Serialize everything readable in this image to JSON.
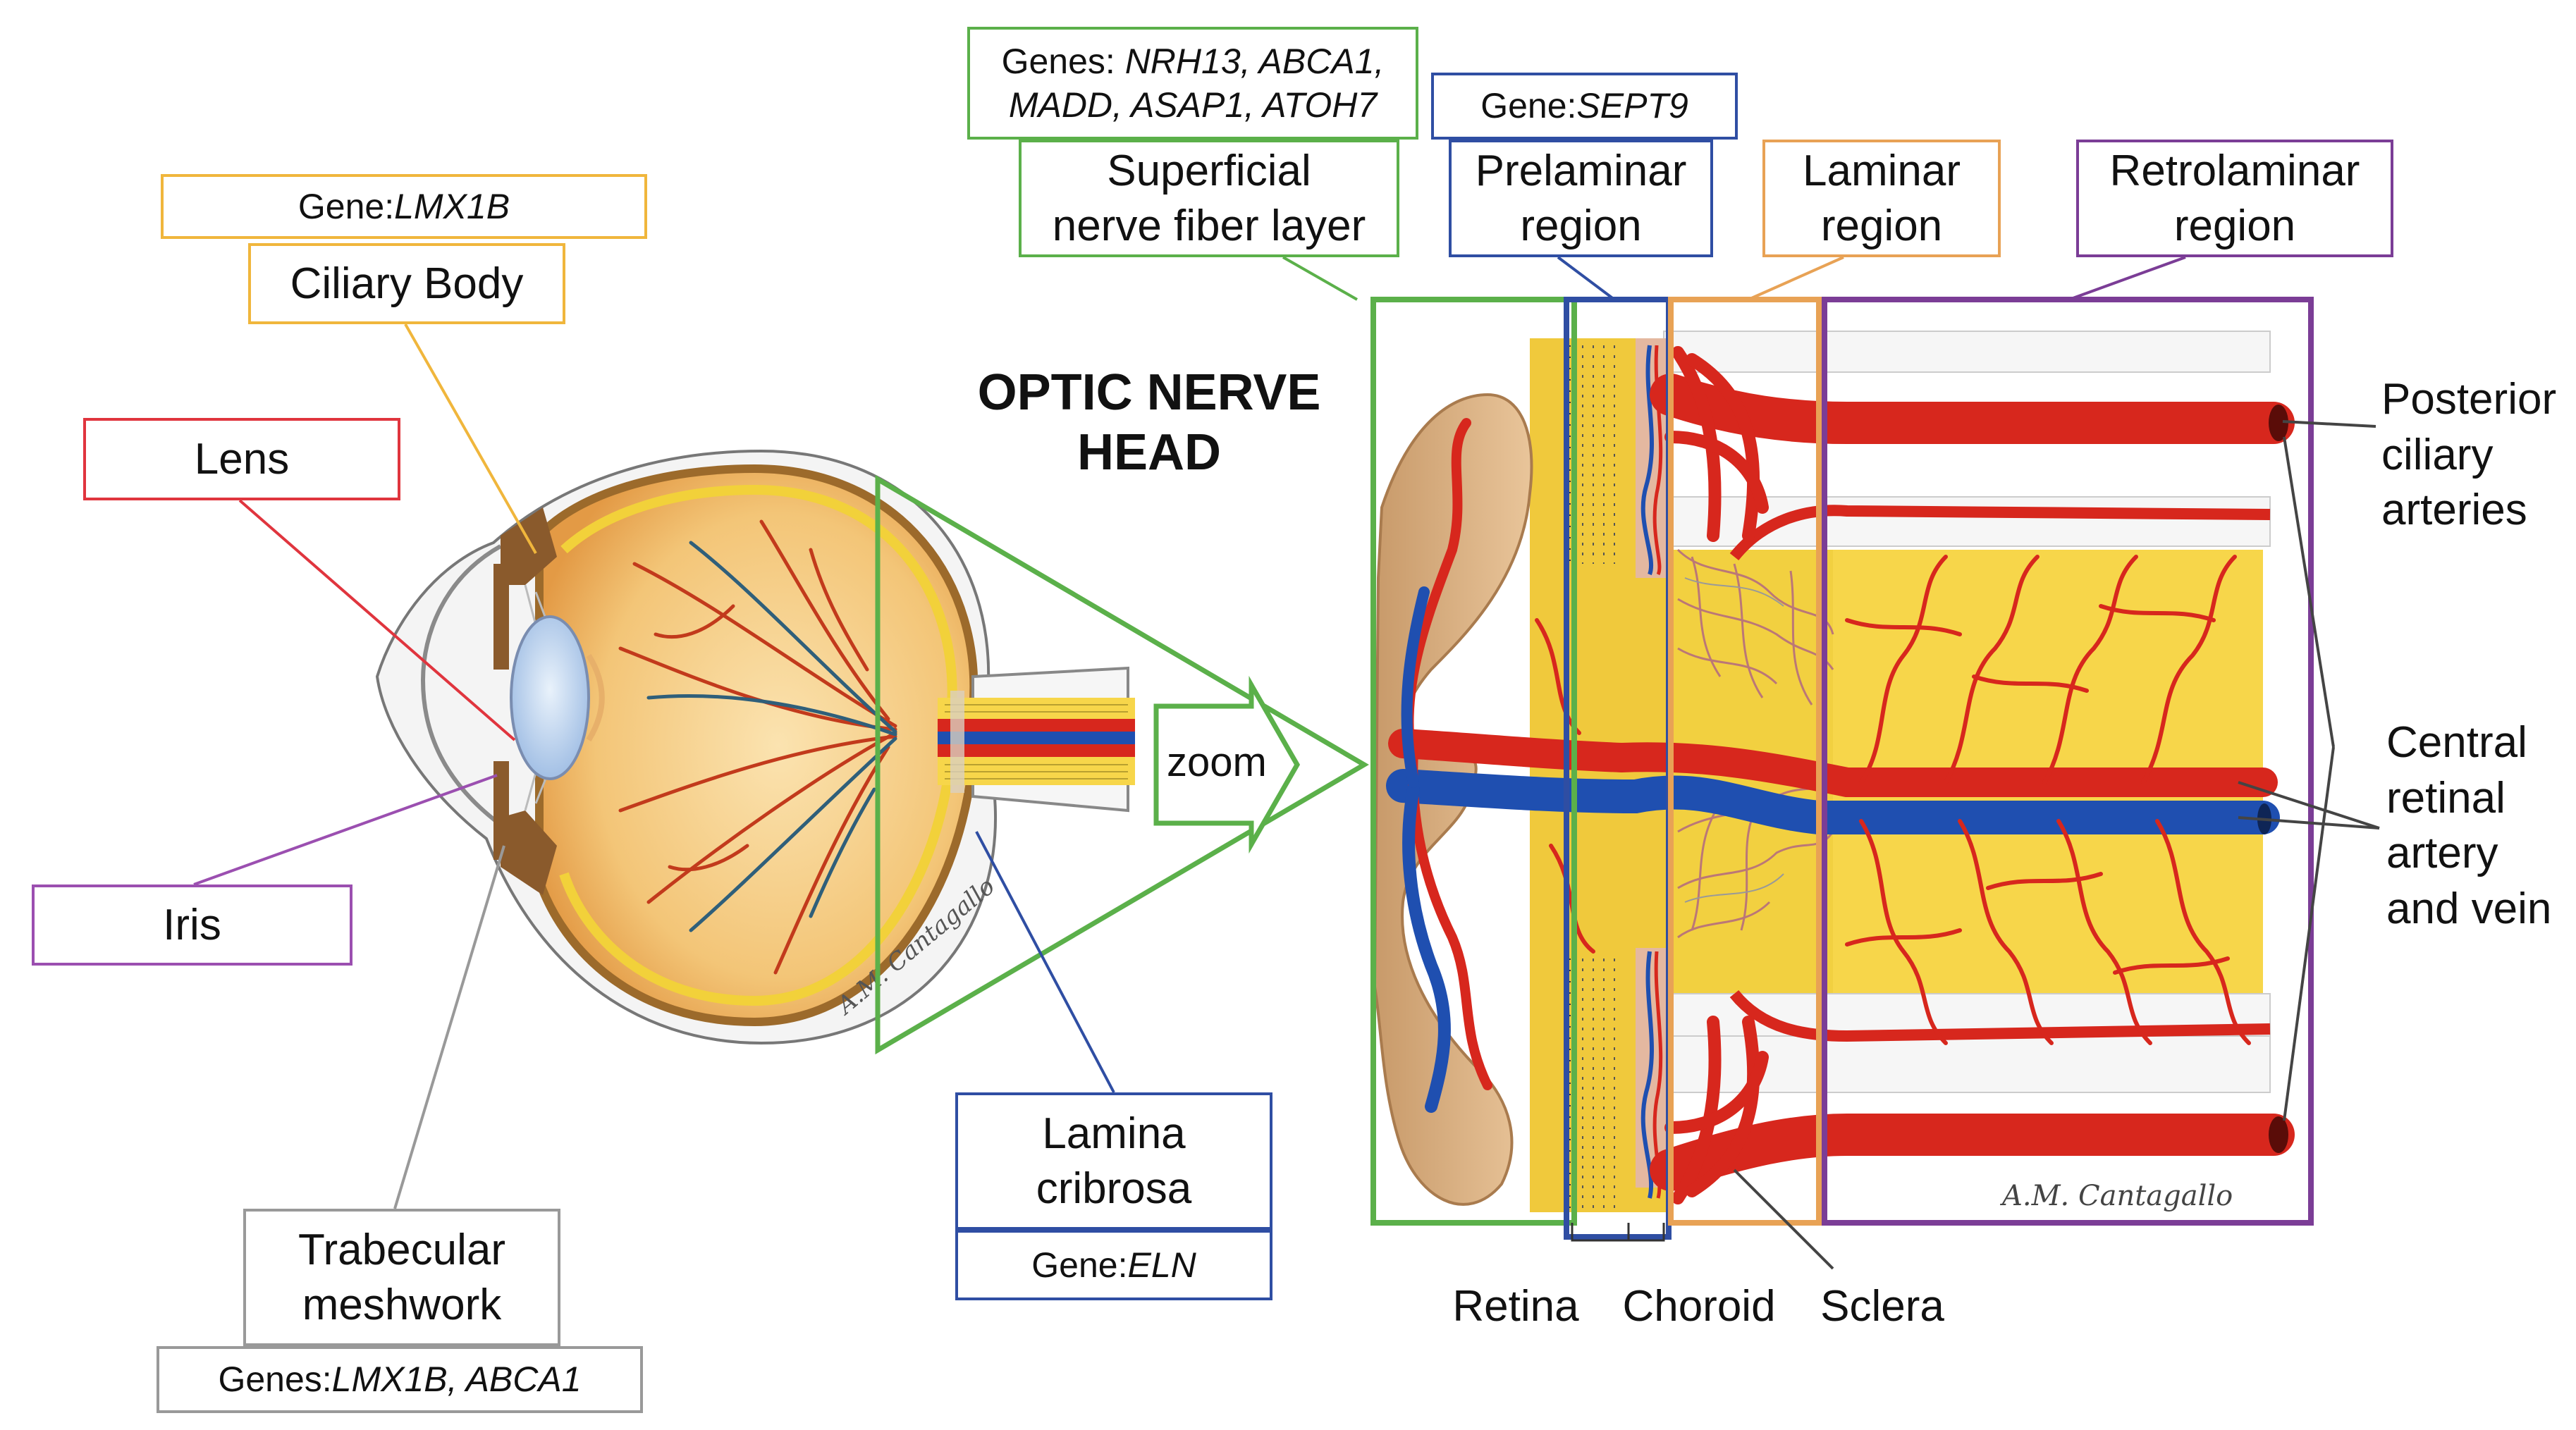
{
  "colors": {
    "retina_green": "#5bb04a",
    "lamina_blue": "#2f4ea3",
    "laminar_orange": "#e8a255",
    "retrolaminar_purple": "#7b3d96",
    "ciliary_yellow": "#f0b63c",
    "lens_red": "#e0353e",
    "iris_purple": "#9b4fb0",
    "trabecular_gray": "#999999",
    "artery_red": "#d7271d",
    "vein_blue": "#1f4fb0",
    "nerve_yellow": "#f7d64a"
  },
  "title": {
    "line1": "OPTIC NERVE",
    "line2": "HEAD"
  },
  "zoom_label": "zoom",
  "labels": {
    "ciliary_body": {
      "gene_prefix": "Gene: ",
      "gene": "LMX1B",
      "name": "Ciliary Body"
    },
    "lens": {
      "name": "Lens"
    },
    "iris": {
      "name": "Iris"
    },
    "trabecular": {
      "name1": "Trabecular",
      "name2": "meshwork",
      "gene_prefix": "Genes: ",
      "gene": "LMX1B, ABCA1"
    },
    "lamina_cribrosa": {
      "name1": "Lamina",
      "name2": "cribrosa",
      "gene_prefix": "Gene: ",
      "gene": "ELN"
    },
    "superficial": {
      "gene_prefix": "Genes: ",
      "gene1": "NRH13, ABCA1,",
      "gene2": "MADD, ASAP1, ATOH7",
      "name1": "Superficial",
      "name2": "nerve fiber layer"
    },
    "prelaminar": {
      "gene_prefix": "Gene: ",
      "gene": "SEPT9",
      "name1": "Prelaminar",
      "name2": "region"
    },
    "laminar": {
      "name1": "Laminar",
      "name2": "region"
    },
    "retrolaminar": {
      "name1": "Retrolaminar",
      "name2": "region"
    }
  },
  "side_labels": {
    "posterior": [
      "Posterior",
      "ciliary",
      "arteries"
    ],
    "central": [
      "Central",
      "retinal",
      "artery",
      "and vein"
    ]
  },
  "bottom_labels": {
    "retina": "Retina",
    "choroid": "Choroid",
    "sclera": "Sclera"
  },
  "signature": "A.M. Cantagallo"
}
